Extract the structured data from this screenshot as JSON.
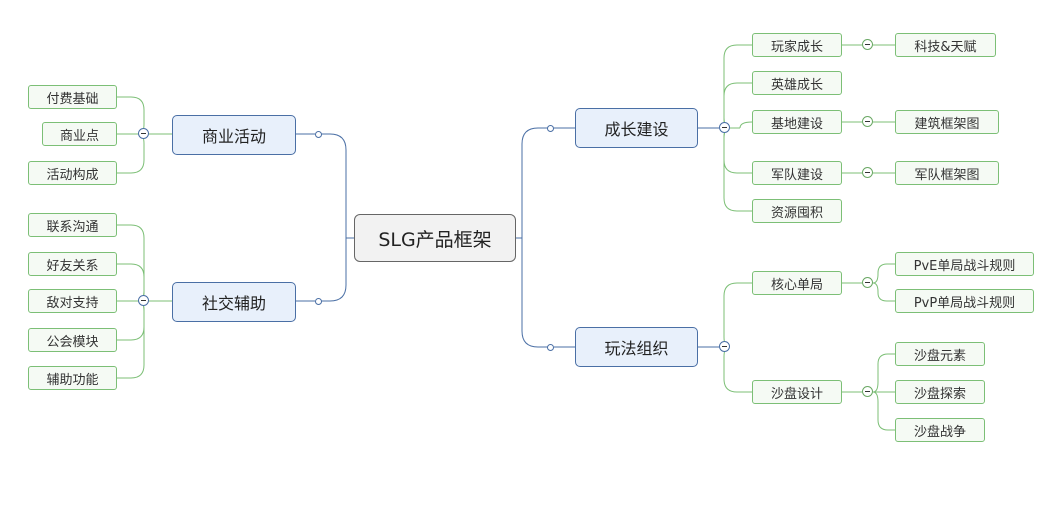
{
  "root": {
    "label": "SLG产品框架"
  },
  "left": {
    "commerce": {
      "label": "商业活动",
      "items": [
        "付费基础",
        "商业点",
        "活动构成"
      ]
    },
    "social": {
      "label": "社交辅助",
      "items": [
        "联系沟通",
        "好友关系",
        "敌对支持",
        "公会模块",
        "辅助功能"
      ]
    }
  },
  "right": {
    "growth": {
      "label": "成长建设",
      "items": [
        {
          "label": "玩家成长",
          "child": "科技&天赋"
        },
        {
          "label": "英雄成长"
        },
        {
          "label": "基地建设",
          "child": "建筑框架图"
        },
        {
          "label": "军队建设",
          "child": "军队框架图"
        },
        {
          "label": "资源囤积"
        }
      ]
    },
    "gameplay": {
      "label": "玩法组织",
      "items": [
        {
          "label": "核心单局",
          "children": [
            "PvE单局战斗规则",
            "PvP单局战斗规则"
          ]
        },
        {
          "label": "沙盘设计",
          "children": [
            "沙盘元素",
            "沙盘探索",
            "沙盘战争"
          ]
        }
      ]
    }
  },
  "colors": {
    "main_border": "#4a6fa5",
    "main_fill": "#e8f0fb",
    "leaf_border": "#7cbf76",
    "leaf_fill": "#f5faf4",
    "root_border": "#666666",
    "root_fill": "#f2f2f2"
  }
}
